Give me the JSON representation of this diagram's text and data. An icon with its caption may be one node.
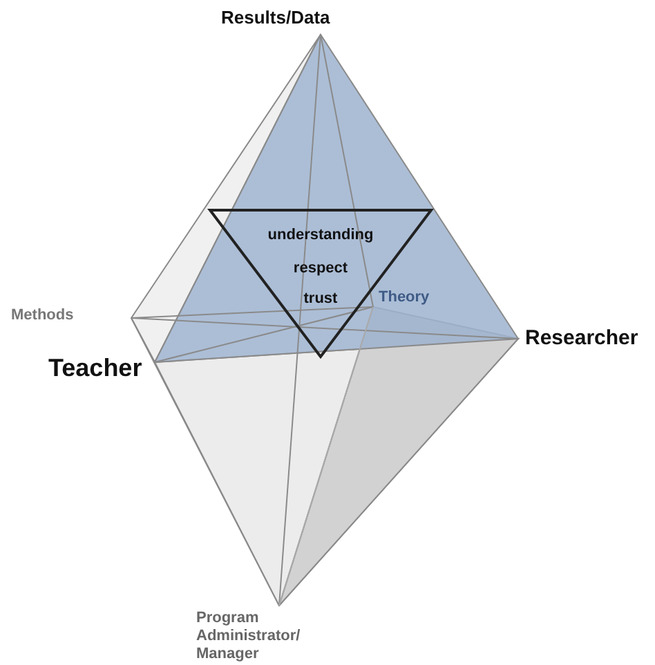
{
  "diagram": {
    "nodes": [
      {
        "text": [
          "understanding",
          "respect",
          "trust"
        ]
      }
    ],
    "labels": [
      "Results/Data",
      "Methods",
      "Theory",
      "Teacher",
      "Researcher",
      "Program Administrator/ Manager"
    ]
  }
}
